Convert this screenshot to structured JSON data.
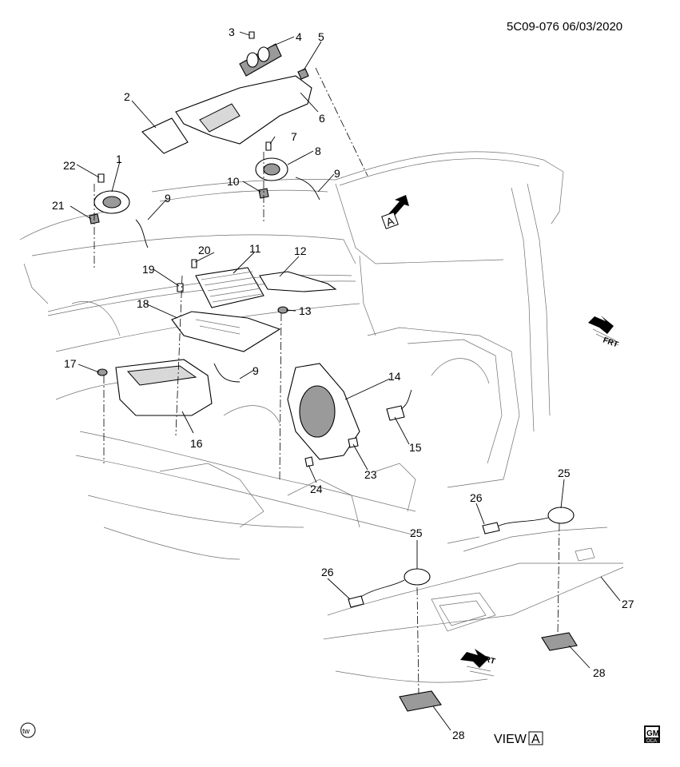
{
  "header": {
    "diagram_code": "5C09-076 06/03/2020"
  },
  "callouts": [
    {
      "id": "c1",
      "label": "1"
    },
    {
      "id": "c2",
      "label": "2"
    },
    {
      "id": "c3",
      "label": "3"
    },
    {
      "id": "c4",
      "label": "4"
    },
    {
      "id": "c5",
      "label": "5"
    },
    {
      "id": "c6",
      "label": "6"
    },
    {
      "id": "c7",
      "label": "7"
    },
    {
      "id": "c8",
      "label": "8"
    },
    {
      "id": "c9a",
      "label": "9"
    },
    {
      "id": "c9b",
      "label": "9"
    },
    {
      "id": "c9c",
      "label": "9"
    },
    {
      "id": "c10",
      "label": "10"
    },
    {
      "id": "c11",
      "label": "11"
    },
    {
      "id": "c12",
      "label": "12"
    },
    {
      "id": "c13",
      "label": "13"
    },
    {
      "id": "c14",
      "label": "14"
    },
    {
      "id": "c15",
      "label": "15"
    },
    {
      "id": "c16",
      "label": "16"
    },
    {
      "id": "c17",
      "label": "17"
    },
    {
      "id": "c18",
      "label": "18"
    },
    {
      "id": "c19",
      "label": "19"
    },
    {
      "id": "c20",
      "label": "20"
    },
    {
      "id": "c21",
      "label": "21"
    },
    {
      "id": "c22",
      "label": "22"
    },
    {
      "id": "c23",
      "label": "23"
    },
    {
      "id": "c24",
      "label": "24"
    },
    {
      "id": "c25a",
      "label": "25"
    },
    {
      "id": "c25b",
      "label": "25"
    },
    {
      "id": "c26a",
      "label": "26"
    },
    {
      "id": "c26b",
      "label": "26"
    },
    {
      "id": "c27",
      "label": "27"
    },
    {
      "id": "c28a",
      "label": "28"
    },
    {
      "id": "c28b",
      "label": "28"
    }
  ],
  "view_ref": {
    "main_marker": "A",
    "view_text": "VIEW",
    "view_letter": "A"
  },
  "direction_arrows": {
    "frt_label_1": "FRT",
    "frt_label_2": "FRT"
  },
  "marks": {
    "tw_symbol": "tw",
    "logo_top": "GM",
    "logo_bottom": "OCA"
  }
}
